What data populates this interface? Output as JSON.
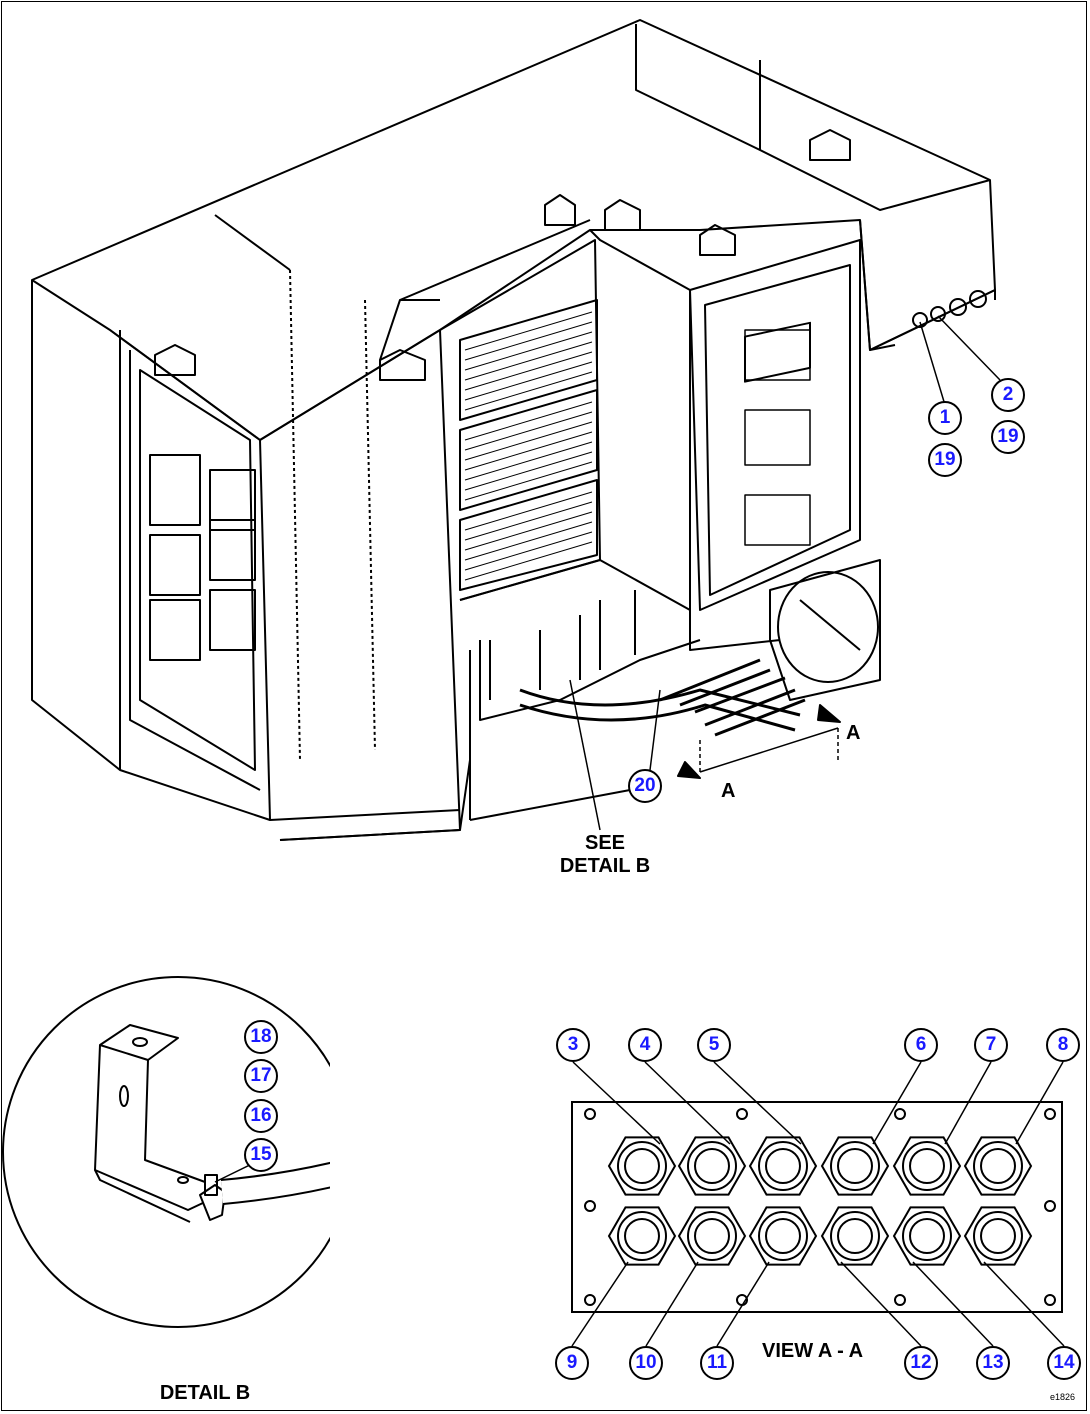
{
  "main_view": {
    "callouts": {
      "c1": "1",
      "c19a": "19",
      "c2": "2",
      "c19b": "19",
      "c20": "20"
    },
    "section_arrow_top": "A",
    "section_arrow_bottom": "A",
    "see_text": "SEE",
    "detail_ref": "DETAIL B"
  },
  "detail_b": {
    "callouts": {
      "c18": "18",
      "c17": "17",
      "c16": "16",
      "c15": "15"
    },
    "title": "DETAIL B"
  },
  "view_aa": {
    "top_callouts": [
      "3",
      "4",
      "5",
      "6",
      "7",
      "8"
    ],
    "bottom_callouts": [
      "9",
      "10",
      "11",
      "12",
      "13",
      "14"
    ],
    "title": "VIEW A - A"
  },
  "drawing_id": "e1826"
}
